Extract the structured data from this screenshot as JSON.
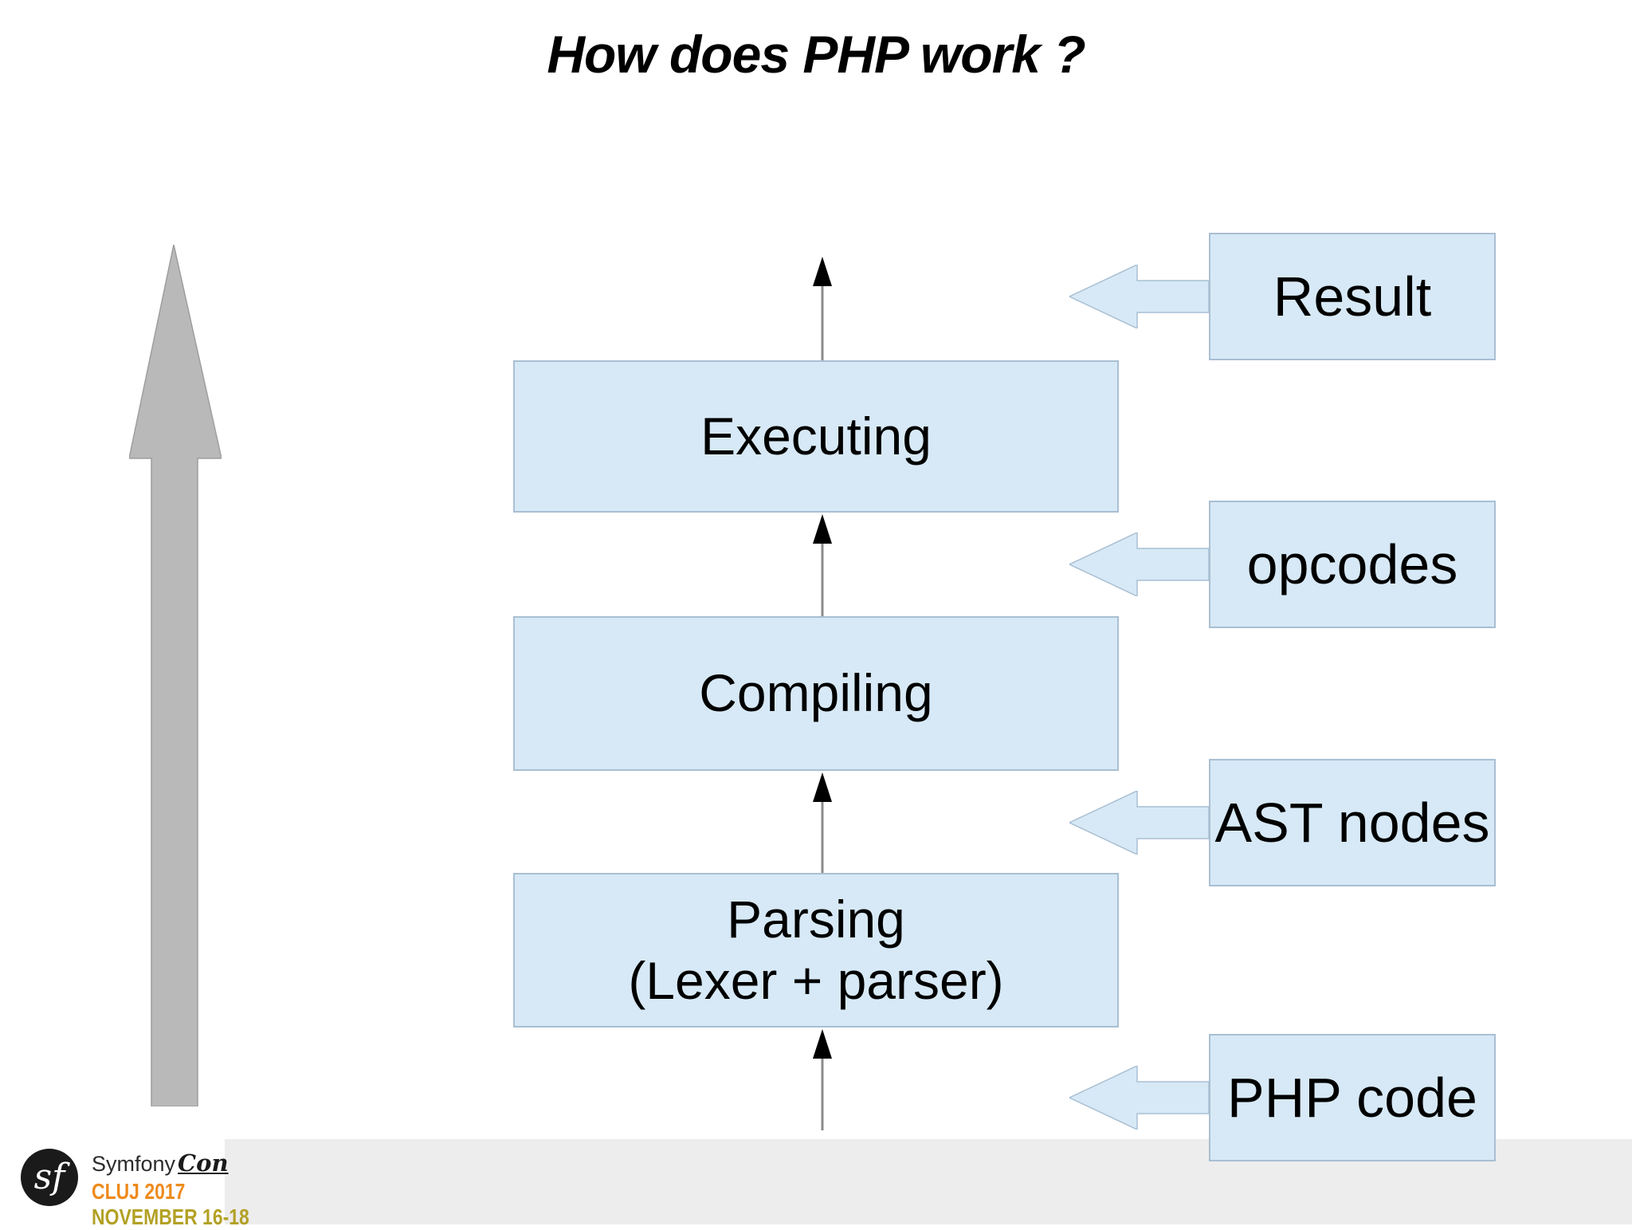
{
  "slide": {
    "title": "How does PHP work ?"
  },
  "flow": {
    "steps": [
      {
        "id": "executing",
        "label": "Executing"
      },
      {
        "id": "compiling",
        "label": "Compiling"
      },
      {
        "id": "parsing",
        "label": "Parsing",
        "sublabel": "(Lexer + parser)"
      }
    ]
  },
  "annotations": [
    {
      "id": "result",
      "label": "Result"
    },
    {
      "id": "opcodes",
      "label": "opcodes"
    },
    {
      "id": "ast",
      "label": "AST nodes"
    },
    {
      "id": "php-code",
      "label": "PHP code"
    }
  ],
  "logo": {
    "monogram": "sf",
    "brand": "Symfony",
    "suffix": "Con",
    "event_city_year": "CLUJ 2017",
    "event_dates": "NOVEMBER 16-18"
  },
  "colors": {
    "box-fill": "#d7e9f6",
    "box-border": "#a9bfd3",
    "gray-arrow-fill": "#b9b9b9",
    "gray-arrow-border": "#9e9e9e",
    "connector-line": "#8b8b8b",
    "arrowhead": "#000000",
    "footer-band": "#ededed",
    "logo-orange": "#ee8b1c",
    "logo-olive": "#b3a125",
    "text": "#000000"
  }
}
